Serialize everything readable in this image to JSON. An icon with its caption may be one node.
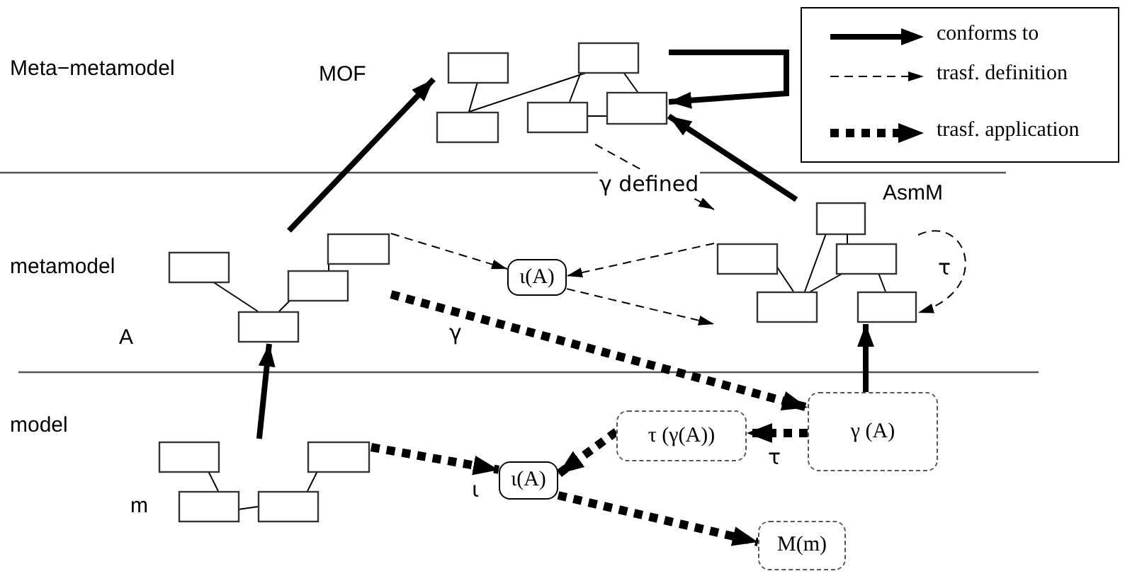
{
  "diagram": {
    "nodes": [
      {
        "text": [],
        "shape": "picture",
        "beside": [
          "MOF"
        ]
      },
      {
        "text": [],
        "shape": "picture",
        "beside": [
          "A"
        ]
      },
      {
        "text": [
          "ι(A)"
        ]
      },
      {
        "text": [],
        "shape": "picture",
        "beside": [
          "AsmM"
        ]
      },
      {
        "text": [],
        "shape": "picture",
        "beside": [
          "m"
        ]
      },
      {
        "text": [
          "ι(A)"
        ]
      },
      {
        "text": [
          "τ (γ(A))"
        ]
      },
      {
        "text": [
          "γ (A)"
        ]
      },
      {
        "text": [
          "M(m)"
        ]
      }
    ],
    "edges": [
      {
        "from": 1,
        "to": 0,
        "arrow": "to"
      },
      {
        "from": 3,
        "to": 0,
        "arrow": "to"
      },
      {
        "from": 0,
        "to": 0,
        "arrow": "to"
      },
      {
        "from": 4,
        "to": 1,
        "arrow": "to"
      },
      {
        "from": 7,
        "to": 3,
        "arrow": "to"
      },
      {
        "from": 1,
        "to": 2,
        "arrow": "to",
        "style": "dashed"
      },
      {
        "from": 3,
        "to": 2,
        "arrow": "to",
        "style": "dashed"
      },
      {
        "from": 0,
        "to": 3,
        "arrow": "to",
        "style": "dashed",
        "label": "γ defined"
      },
      {
        "from": 2,
        "to": 3,
        "arrow": "to",
        "style": "dashed"
      },
      {
        "from": 3,
        "to": 3,
        "arrow": "to",
        "style": "dashed",
        "label": "τ"
      },
      {
        "from": 1,
        "to": 7,
        "arrow": "to",
        "style": "dashed",
        "label": "γ"
      },
      {
        "from": 4,
        "to": 5,
        "arrow": "to",
        "style": "dashed",
        "label": "ι"
      },
      {
        "from": 7,
        "to": 6,
        "arrow": "to",
        "style": "dashed",
        "label": "τ"
      },
      {
        "from": 6,
        "to": 5,
        "arrow": "to",
        "style": "dashed"
      },
      {
        "from": 5,
        "to": 8,
        "arrow": "to",
        "style": "dashed"
      }
    ],
    "labels": [
      "Meta−metamodel",
      "metamodel",
      "model"
    ],
    "legend": [
      {
        "text": "conforms to"
      },
      {
        "text": "trasf. definition"
      },
      {
        "text": "trasf. application"
      }
    ]
  }
}
